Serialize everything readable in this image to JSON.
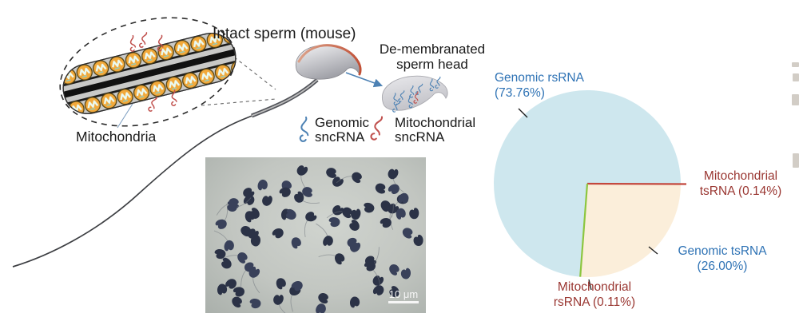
{
  "figure": {
    "title": "Intact sperm (mouse)",
    "mitochondria_label": "Mitochondria",
    "demembranated_head": {
      "line1": "De-membranated",
      "line2": "sperm head"
    },
    "legend": {
      "genomic": {
        "line1": "Genomic",
        "line2": "sncRNA",
        "icon": "rna-hairpin-icon",
        "color": "#4d82b4"
      },
      "mitochondrial": {
        "line1": "Mitochondrial",
        "line2": "sncRNA",
        "icon": "rna-hairpin-icon",
        "color": "#c0504d"
      }
    },
    "micrograph": {
      "scale_bar_label": "10 μm"
    }
  },
  "pie": {
    "labels": {
      "genomic_rsrna": {
        "line1": "Genomic rsRNA",
        "line2": "(73.76%)",
        "color": "#2f73b5"
      },
      "mito_tsrna": {
        "line1": "Mitochondrial",
        "line2": "tsRNA (0.14%)",
        "color": "#9a3732"
      },
      "genomic_tsrna": {
        "line1": "Genomic tsRNA",
        "line2": "(26.00%)",
        "color": "#2f73b5"
      },
      "mito_rsrna": {
        "line1": "Mitochondrial",
        "line2": "rsRNA (0.11%)",
        "color": "#9a3732"
      }
    }
  },
  "chart_data": {
    "type": "pie",
    "slices": [
      {
        "id": "mito_tsrna",
        "label": "Mitochondrial tsRNA",
        "value_pct": 0.14,
        "color": "#c3473d"
      },
      {
        "id": "genomic_tsrna",
        "label": "Genomic tsRNA",
        "value_pct": 26.0,
        "color": "#fbeeda"
      },
      {
        "id": "mito_rsrna",
        "label": "Mitochondrial rsRNA",
        "value_pct": 0.11,
        "color": "#8cc63f"
      },
      {
        "id": "genomic_rsrna",
        "label": "Genomic rsRNA",
        "value_pct": 73.76,
        "color": "#cee7ee"
      }
    ],
    "start_angle_deg": 0,
    "direction": "clockwise",
    "legend_position": "callout-labels"
  }
}
